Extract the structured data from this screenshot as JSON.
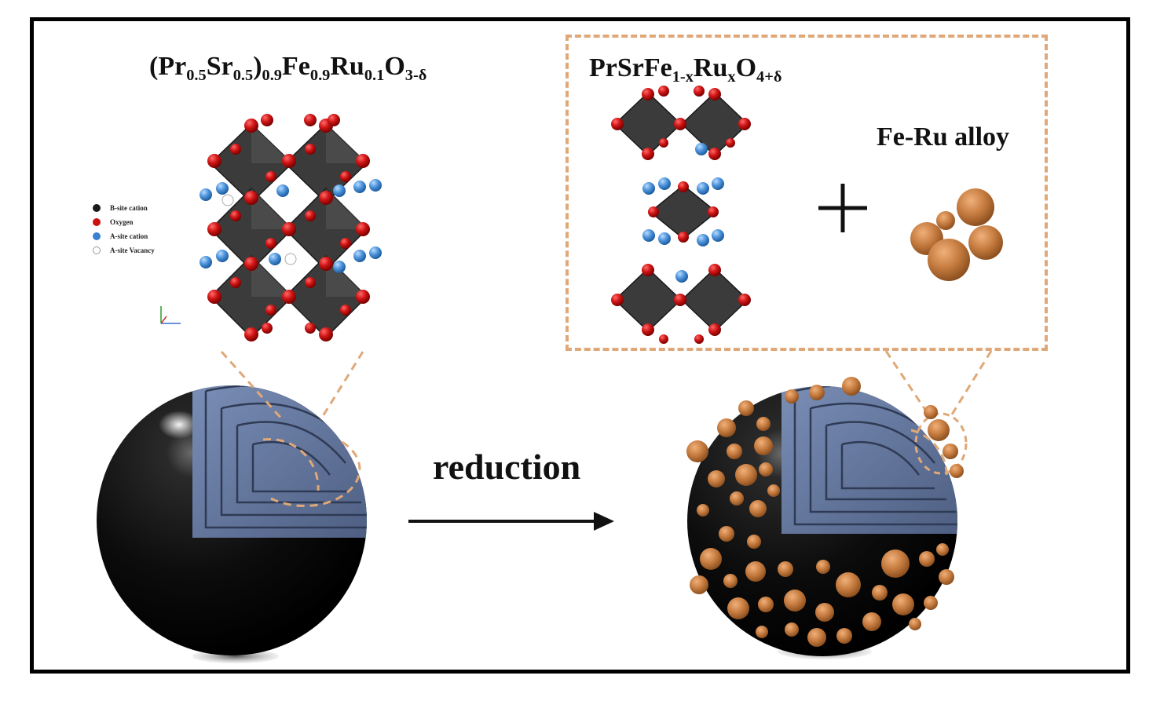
{
  "left_formula": {
    "parts": [
      "(Pr",
      "0.5",
      "Sr",
      "0.5",
      ")",
      "0.9",
      "Fe",
      "0.9",
      "Ru",
      "0.1",
      "O",
      "3-δ"
    ]
  },
  "right_formula": {
    "parts": [
      "PrSrFe",
      "1-x",
      "Ru",
      "x",
      "O",
      "4+δ"
    ]
  },
  "alloy_label": "Fe-Ru alloy",
  "reduction_label": "reduction",
  "legend": [
    {
      "label": "B-site cation",
      "color": "#1a1a1a"
    },
    {
      "label": "Oxygen",
      "color": "#cc1111"
    },
    {
      "label": "A-site cation",
      "color": "#4a8fd6"
    },
    {
      "label": "A-site Vacancy",
      "color": "#ffffff"
    }
  ],
  "colors": {
    "oxygen": "#d01515",
    "a_site": "#4f95dc",
    "octahedron": "#3a3a3a",
    "cut_face": "#6a7fa6",
    "particle": "#c47a3e",
    "dashed": "#e0a878"
  }
}
